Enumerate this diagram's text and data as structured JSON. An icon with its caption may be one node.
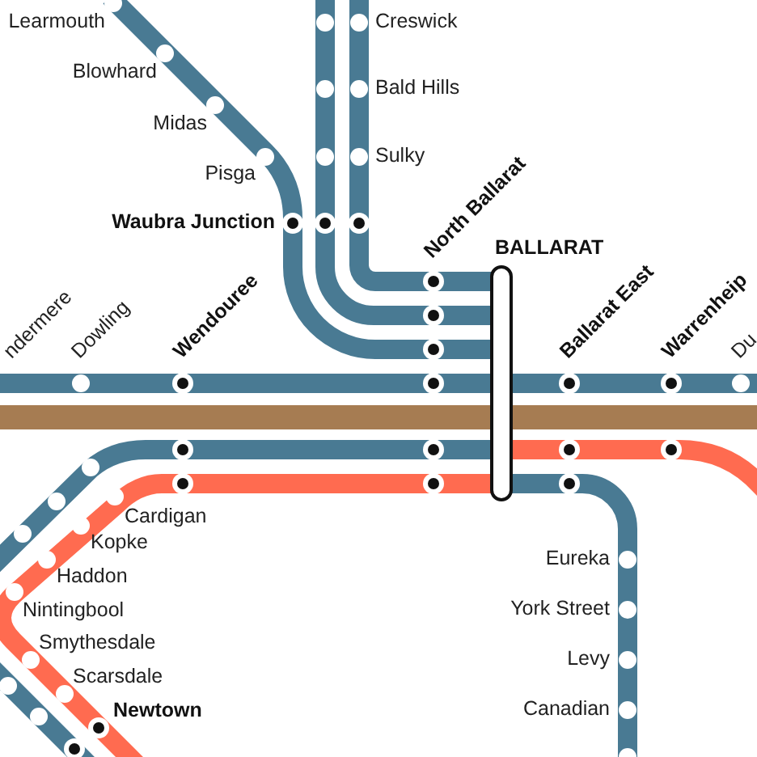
{
  "diagram": {
    "nodes": [
      {
        "text": [
          "BALLARAT"
        ]
      }
    ],
    "labels": [
      "Learmouth",
      "Creswick",
      "Blowhard",
      "Bald Hills",
      "Midas",
      "Sulky",
      "Pisga",
      "Waubra Junction",
      "North Ballarat",
      "ndermere",
      "Dowling",
      "Wendouree",
      "Ballarat East",
      "Warrenheip",
      "Du",
      "Cardigan",
      "Kopke",
      "Haddon",
      "Eureka",
      "Nintingbool",
      "York Street",
      "Smythesdale",
      "Levy",
      "Scarsdale",
      "Newtown",
      "Canadian"
    ]
  }
}
